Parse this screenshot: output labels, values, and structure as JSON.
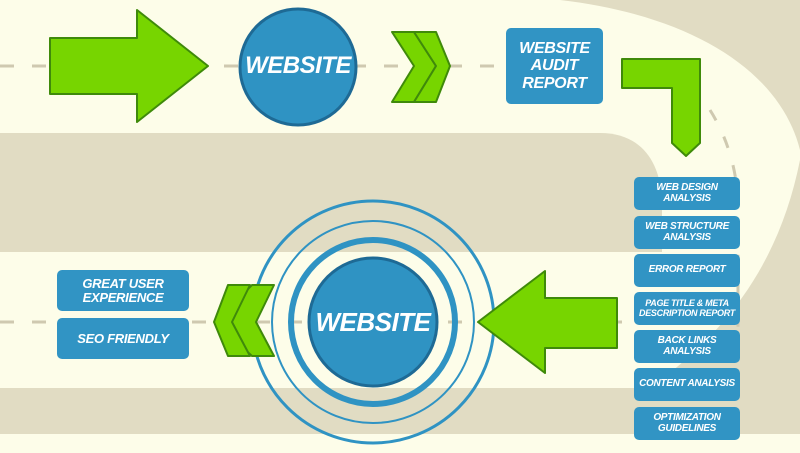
{
  "colors": {
    "background": "#fdfde9",
    "path_band": "#e1dcc3",
    "box_blue": "#3194c4",
    "circle_blue": "#2f93c3",
    "circle_border": "#1e6a95",
    "arrow_green": "#77d500",
    "arrow_border": "#3f8a0a",
    "dash": "#cfc9b0"
  },
  "top_row": {
    "circle_label": "WEBSITE",
    "report_box": "WEBSITE\nAUDIT\nREPORT"
  },
  "audit_items": [
    "WEB DESIGN\nANALYSIS",
    "WEB STRUCTURE\nANALYSIS",
    "ERROR REPORT",
    "PAGE TITLE & META\nDESCRIPTION REPORT",
    "BACK LINKS\nANALYSIS",
    "CONTENT ANALYSIS",
    "OPTIMIZATION\nGUIDELINES"
  ],
  "bottom_row": {
    "circle_label": "WEBSITE",
    "outcomes": [
      "GREAT USER\nEXPERIENCE",
      "SEO FRIENDLY"
    ]
  }
}
